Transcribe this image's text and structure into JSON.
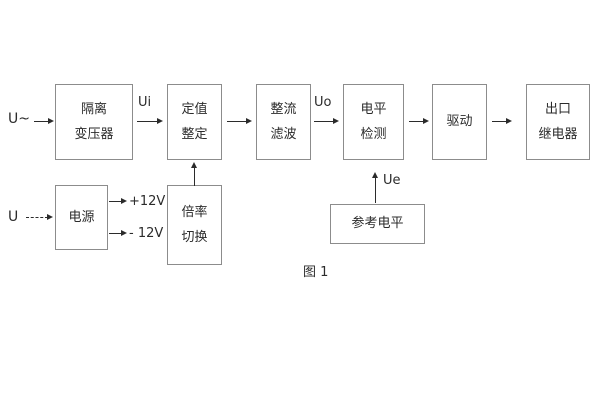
{
  "figure": {
    "caption": "图 1",
    "background": "#ffffff",
    "box_border_color": "#8c8c8c",
    "line_color": "#2b2b2b",
    "text_color": "#2b2b2b"
  },
  "signal_chain": {
    "blocks": [
      {
        "id": "isolation-transformer",
        "lines": [
          "隔离",
          "变压器"
        ]
      },
      {
        "id": "setpoint-setting",
        "lines": [
          "定值",
          "整定"
        ]
      },
      {
        "id": "rectifier-filter",
        "lines": [
          "整流",
          "滤波"
        ]
      },
      {
        "id": "level-detection",
        "lines": [
          "电平",
          "检测"
        ]
      },
      {
        "id": "driver",
        "lines": [
          "驱动"
        ]
      },
      {
        "id": "output-relay",
        "lines": [
          "出口",
          "继电器"
        ]
      }
    ]
  },
  "support_blocks": [
    {
      "id": "power-supply",
      "lines": [
        "电源"
      ]
    },
    {
      "id": "multiplier-switch",
      "lines": [
        "倍率",
        "切换"
      ]
    },
    {
      "id": "reference-level",
      "lines": [
        "参考电平"
      ]
    }
  ],
  "labels": {
    "ac_input": "U~",
    "dc_input": "U",
    "ui": "Ui",
    "uo": "Uo",
    "ue": "Ue",
    "rail_pos": "+12V",
    "rail_neg": "- 12V"
  }
}
